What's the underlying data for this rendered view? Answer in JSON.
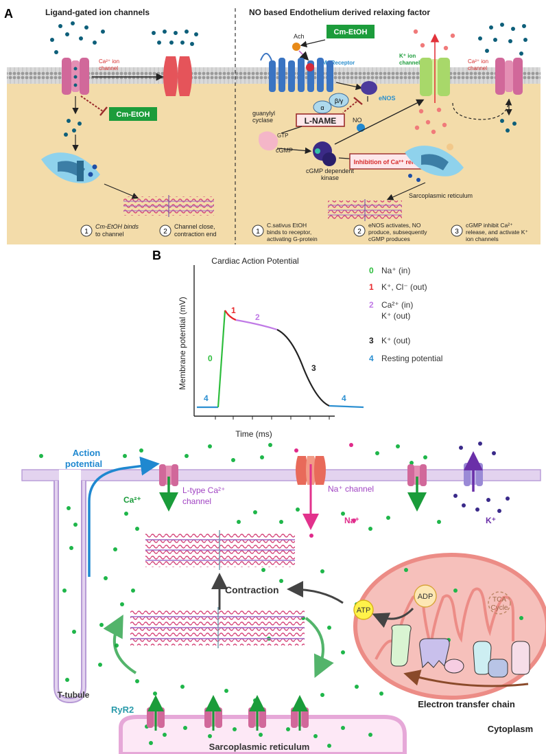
{
  "panel_a": {
    "label": "A",
    "left_title": "Ligand-gated ion channels",
    "right_title": "NO based Endothelium derived relaxing factor",
    "ca_channel_left": [
      "Ca²⁺ ion",
      "channel"
    ],
    "cm_etoh_left": "Cm-EtOH",
    "cm_etoh_right": "Cm-EtOH",
    "ach": "Ach",
    "m3_receptor": "M₃ Receptor",
    "k_channel": [
      "K⁺ ion",
      "channel"
    ],
    "ca_channel_right": [
      "Ca²⁺ ion",
      "channel"
    ],
    "alpha": "α",
    "beta_gamma": "β/γ",
    "enos": "eNOS",
    "l_name": "L-NAME",
    "no": "NO",
    "guanylyl": [
      "guanylyl",
      "cyclase"
    ],
    "gtp": "GTP",
    "cgmp": "cGMP",
    "kinase": [
      "cGMP dependent",
      "kinase"
    ],
    "inhibition": "Inhibition of Ca²⁺ release",
    "sr_label": "Sarcoplasmic reticulum",
    "steps": [
      {
        "num": "1",
        "lines": [
          "Cm-EtOH binds",
          "to channel"
        ]
      },
      {
        "num": "2",
        "lines": [
          "Channel close,",
          "contraction end"
        ]
      },
      {
        "num": "1",
        "lines": [
          "C.sativus EtOH",
          "binds to receptor,",
          "activating G-protein"
        ]
      },
      {
        "num": "2",
        "lines": [
          "eNOS activates, NO",
          "produce, subsequently",
          "cGMP produces"
        ]
      },
      {
        "num": "3",
        "lines": [
          "cGMP  inhibit Ca²⁺",
          "release, and  activate  K⁺",
          "ion channels"
        ]
      }
    ]
  },
  "panel_b": {
    "label": "B",
    "chart_title": "Cardiac Action Potential",
    "xlabel": "Time (ms)",
    "ylabel": "Membrane potential (mV)",
    "legend": [
      {
        "num": "0",
        "lines": [
          "Na⁺ (in)"
        ],
        "color": "#2dbd3c"
      },
      {
        "num": "1",
        "lines": [
          "K⁺, Cl⁻ (out)"
        ],
        "color": "#e8262a"
      },
      {
        "num": "2",
        "lines": [
          "Ca²⁺ (in)",
          "K⁺ (out)"
        ],
        "color": "#c07ae6"
      },
      {
        "num": "3",
        "lines": [
          "K⁺ (out)"
        ],
        "color": "#222222"
      },
      {
        "num": "4",
        "lines": [
          "Resting potential"
        ],
        "color": "#2b8fd1"
      }
    ],
    "phase_labels": [
      "0",
      "1",
      "2",
      "3",
      "4",
      "4"
    ]
  },
  "panel_c": {
    "action_potential": [
      "Action",
      "potential"
    ],
    "ca": "Ca²⁺",
    "l_type": [
      "L-type Ca²⁺",
      "channel"
    ],
    "na_channel": "Na⁺ channel",
    "na": "Na⁺",
    "k": "K⁺",
    "contraction": "Contraction",
    "atp": "ATP",
    "adp": "ADP",
    "tca": [
      "TCA",
      "Cycle"
    ],
    "ryr2": "RyR2",
    "t_tubule": "T-tubule",
    "etc": "Electron transfer chain",
    "cytoplasm": "Cytoplasm",
    "sr": "Sarcoplasmic reticulum"
  },
  "colors": {
    "cell_bg": "#f3dcaa",
    "green_box": "#1c9c3b",
    "membrane": "#d4bfe4",
    "mito": "#f6c0bb"
  }
}
